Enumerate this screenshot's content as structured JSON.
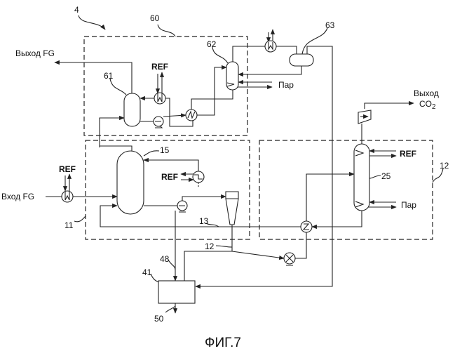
{
  "labels": {
    "system": "4",
    "unit_60": "60",
    "unit_11": "11",
    "unit_12": "12",
    "vessel_61": "61",
    "vessel_62": "62",
    "drum_63": "63",
    "absorber_15": "15",
    "regenerator_25": "25",
    "line_13": "13",
    "line_12": "12",
    "line_48": "48",
    "unit_41": "41",
    "line_50": "50"
  },
  "streams": {
    "fg_out": "Выход FG",
    "fg_in": "Вход FG",
    "co2_out_1": "Выход",
    "co2_out_2": "CO",
    "co2_sub": "2",
    "ref_1": "REF",
    "ref_2": "REF",
    "ref_3": "REF",
    "ref_4": "REF",
    "steam_1": "Пар",
    "steam_2": "Пар"
  },
  "caption": "ФИГ.7"
}
